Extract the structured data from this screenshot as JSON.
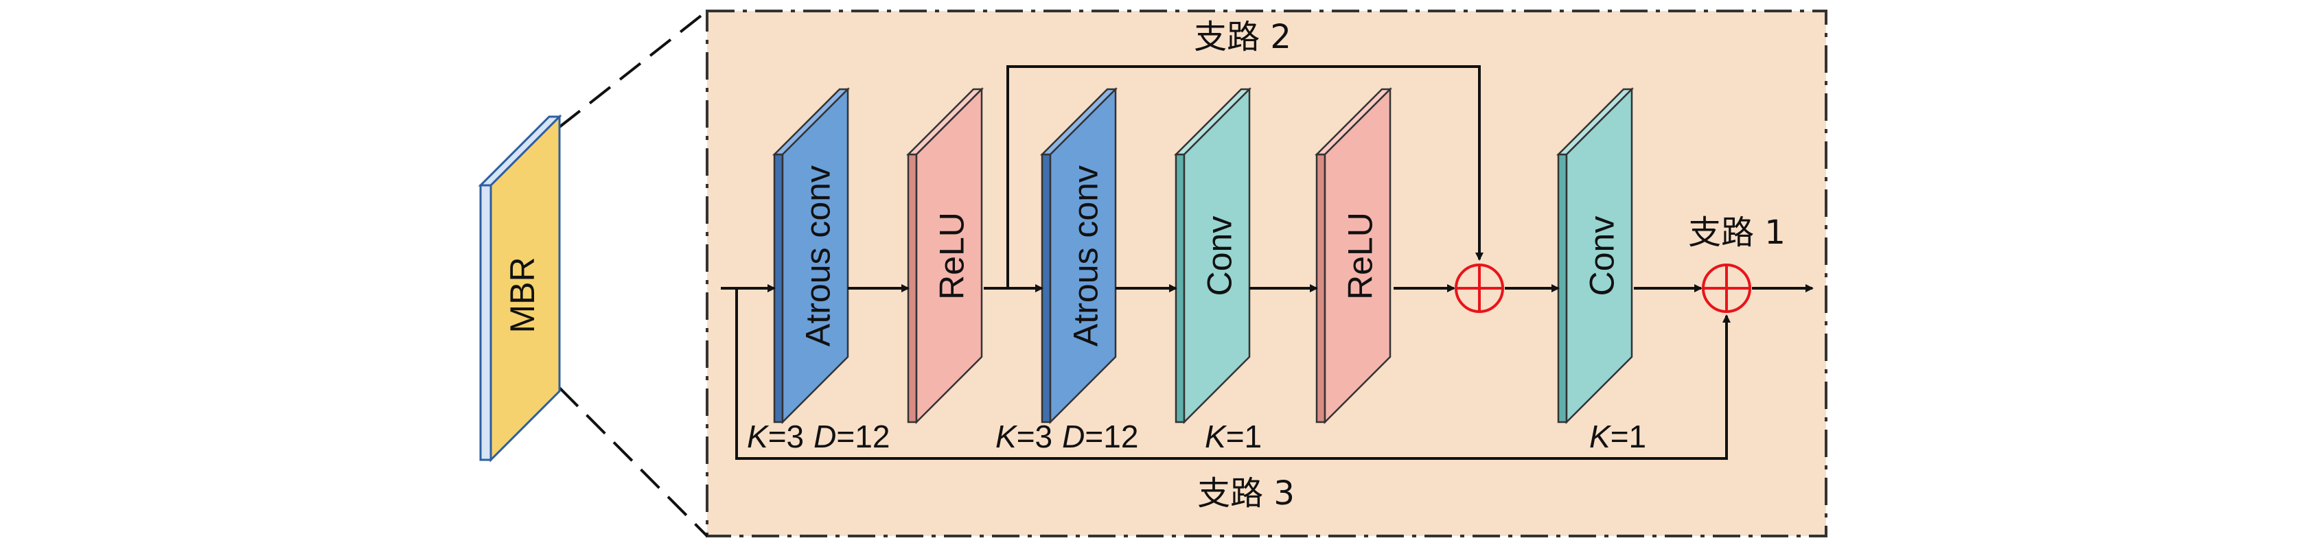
{
  "mbr": {
    "label": "MBR",
    "color": "#f5d26e"
  },
  "blocks": [
    {
      "id": "atrous1",
      "label": "Atrous conv",
      "front": "#6b9fd8",
      "side": "#3f6fae",
      "top": "#8db6e6"
    },
    {
      "id": "relu1",
      "label": "ReLU",
      "front": "#f4b5ad",
      "side": "#d88c84",
      "top": "#f8cbc5"
    },
    {
      "id": "atrous2",
      "label": "Atrous conv",
      "front": "#6b9fd8",
      "side": "#3f6fae",
      "top": "#8db6e6"
    },
    {
      "id": "conv1",
      "label": "Conv",
      "front": "#98d4d0",
      "side": "#5fb0ab",
      "top": "#b5e2df"
    },
    {
      "id": "relu2",
      "label": "ReLU",
      "front": "#f4b5ad",
      "side": "#d88c84",
      "top": "#f8cbc5"
    },
    {
      "id": "conv2",
      "label": "Conv",
      "front": "#98d4d0",
      "side": "#5fb0ab",
      "top": "#b5e2df"
    }
  ],
  "params": [
    {
      "k": "K",
      "kval": "=3",
      "d": "D",
      "dval": "=12"
    },
    {
      "k": "K",
      "kval": "=3",
      "d": "D",
      "dval": "=12"
    },
    {
      "k": "K",
      "kval": "=1",
      "d": "",
      "dval": ""
    },
    {
      "k": "K",
      "kval": "=1",
      "d": "",
      "dval": ""
    }
  ],
  "paths": {
    "path1": "支路 1",
    "path2": "支路 2",
    "path3": "支路 3"
  },
  "colors": {
    "panel_bg": "#f8dfc8",
    "panel_border": "#333333",
    "line": "#111111",
    "sum_node": "#e8141b"
  }
}
